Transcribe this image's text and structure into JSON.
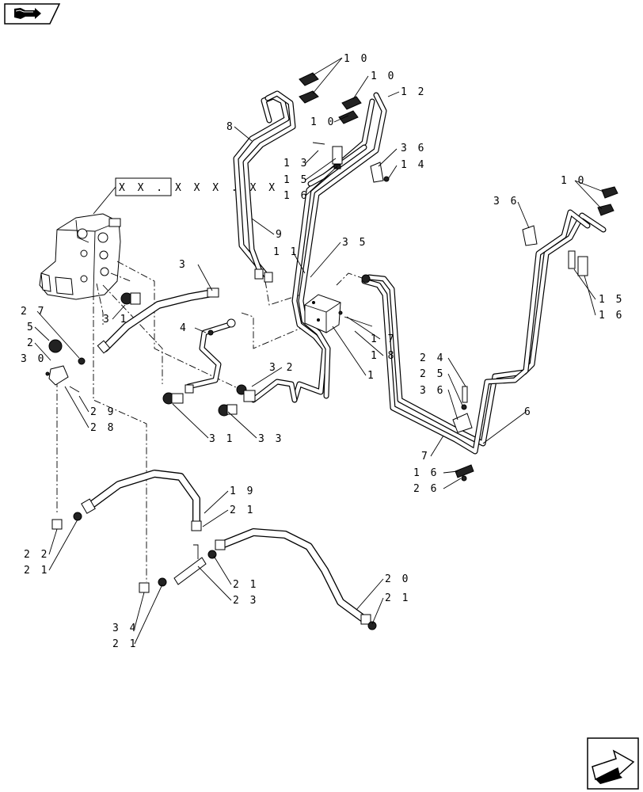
{
  "reference_box": "X X . X X X . X X",
  "callouts": {
    "p1": "1",
    "p2": "2",
    "p3": "3",
    "p4": "4",
    "p5": "5",
    "p6": "6",
    "p7": "7",
    "p8": "8",
    "p9": "9",
    "p10a": "1 0",
    "p10b": "1 0",
    "p10c": "1 0",
    "p10d": "1 0",
    "p11": "1 1",
    "p12": "1 2",
    "p13": "1 3",
    "p14": "1 4",
    "p15a": "1 5",
    "p15b": "1 5",
    "p16a": "1 6",
    "p16b": "1 6",
    "p16c": "1 6",
    "p17": "1 7",
    "p18": "1 8",
    "p19": "1 9",
    "p20": "2 0",
    "p21a": "2 1",
    "p21b": "2 1",
    "p21c": "2 1",
    "p21d": "2 1",
    "p21e": "2 1",
    "p22": "2 2",
    "p23": "2 3",
    "p24": "2 4",
    "p25": "2 5",
    "p26": "2 6",
    "p27": "2 7",
    "p28": "2 8",
    "p29": "2 9",
    "p30": "3 0",
    "p31a": "3 1",
    "p31b": "3 1",
    "p32": "3 2",
    "p33": "3 3",
    "p34": "3 4",
    "p35": "3 5",
    "p36a": "3 6",
    "p36b": "3 6",
    "p36c": "3 6"
  },
  "icons": {
    "top_left": "book-nav-icon",
    "bottom_right": "next-page-icon"
  }
}
